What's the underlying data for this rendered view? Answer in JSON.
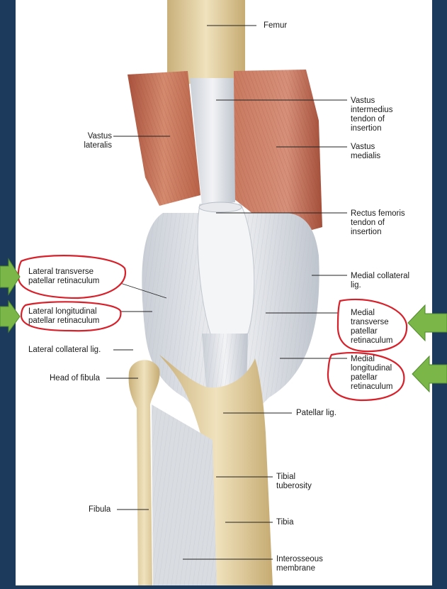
{
  "labels": {
    "femur": "Femur",
    "vastus_intermedius": "Vastus\nintermedius\ntendon of\ninsertion",
    "vastus_lateralis": "Vastus\nlateralis",
    "vastus_medialis": "Vastus\nmedialis",
    "rectus_femoris": "Rectus femoris\ntendon of\ninsertion",
    "lat_trans": "Lateral transverse\npatellar retinaculum",
    "lat_long": "Lateral longitudinal\npatellar retinaculum",
    "medial_collateral": "Medial collateral\nlig.",
    "medial_trans": "Medial\ntransverse\npatellar\nretinaculum",
    "lateral_collateral": "Lateral collateral lig.",
    "medial_long": "Medial\nlongitudinal\npatellar\nretinaculum",
    "head_fibula": "Head of fibula",
    "patellar_lig": "Patellar lig.",
    "tibial_tuberosity": "Tibial\ntuberosity",
    "fibula": "Fibula",
    "tibia": "Tibia",
    "interosseous": "Interosseous\nmembrane"
  },
  "colors": {
    "background": "#1c3a5c",
    "panel": "#ffffff",
    "muscle": "#c8735a",
    "tendon": "#e3e6ea",
    "bone": "#e3cf9c",
    "highlight_circle": "#d8202a",
    "arrow": "#7ab648"
  }
}
